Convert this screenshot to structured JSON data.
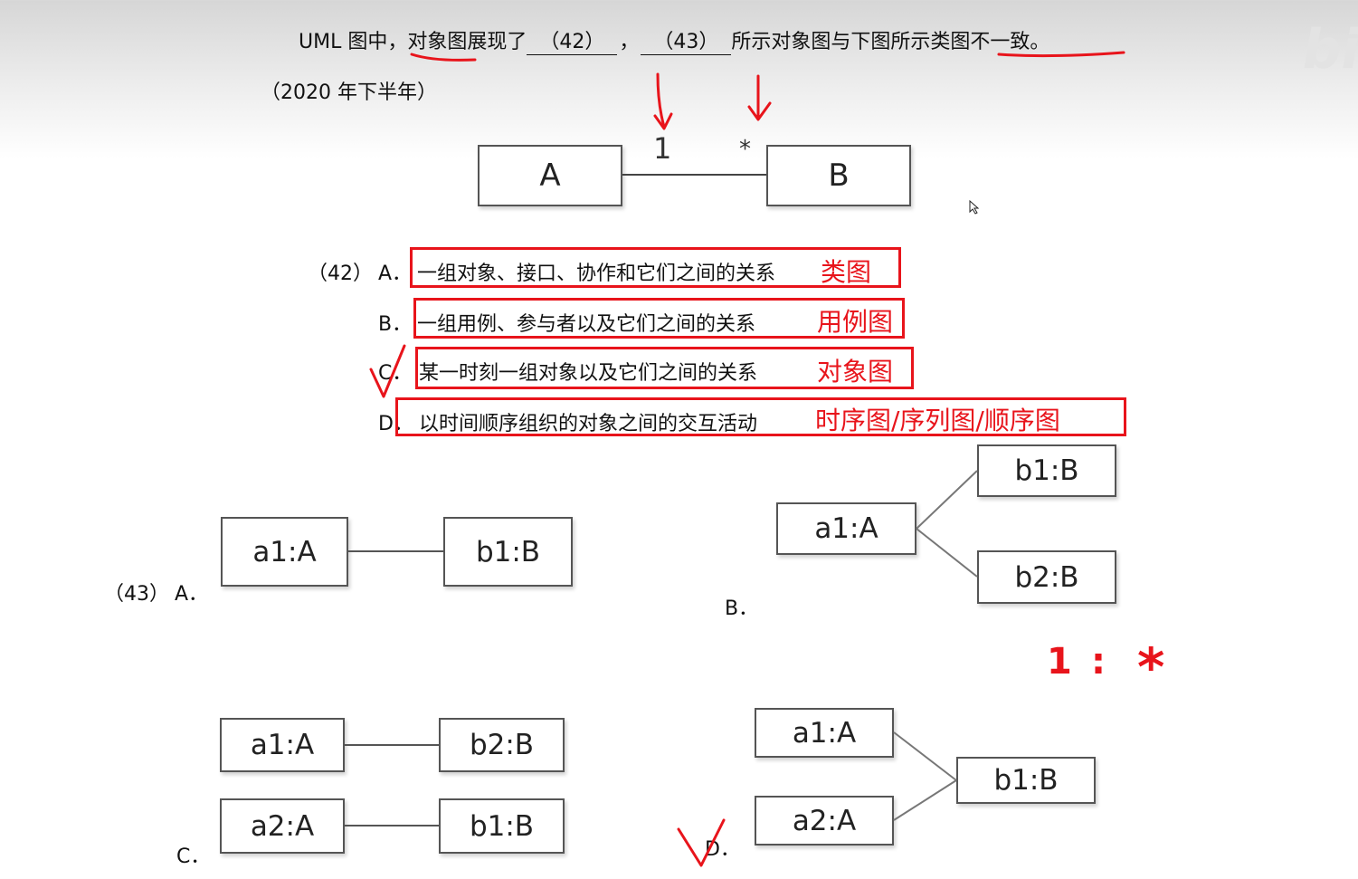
{
  "question": {
    "prefix": "UML 图中，对象图展现了",
    "blank1": "（42）",
    "comma": "，",
    "blank2": "（43）",
    "suffix": "所示对象图与下图所示类图不一致。",
    "year": "（2020 年下半年）"
  },
  "class_diagram": {
    "class_a": "A",
    "class_b": "B",
    "mult_a": "1",
    "mult_b": "*"
  },
  "q42": {
    "number": "（42）",
    "options": [
      {
        "letter": "A．",
        "text": "一组对象、接口、协作和它们之间的关系",
        "note": "类图"
      },
      {
        "letter": "B．",
        "text": "一组用例、参与者以及它们之间的关系",
        "note": "用例图"
      },
      {
        "letter": "C．",
        "text": "某一时刻一组对象以及它们之间的关系",
        "note": "对象图"
      },
      {
        "letter": "D．",
        "text": "以时间顺序组织的对象之间的交互活动",
        "note": "时序图/序列图/顺序图"
      }
    ]
  },
  "q43": {
    "number": "（43）",
    "option_a": {
      "letter": "A．",
      "left": "a1:A",
      "right": "b1:B"
    },
    "option_b": {
      "letter": "B．",
      "left": "a1:A",
      "right_top": "b1:B",
      "right_bottom": "b2:B"
    },
    "option_c": {
      "letter": "C．",
      "top_left": "a1:A",
      "top_right": "b2:B",
      "bottom_left": "a2:A",
      "bottom_right": "b1:B"
    },
    "option_d": {
      "letter": "D．",
      "left_top": "a1:A",
      "left_bottom": "a2:A",
      "right": "b1:B"
    }
  },
  "annotation": {
    "ratio_one": "1",
    "ratio_colon": ":",
    "ratio_many": "*"
  },
  "colors": {
    "annotation_red": "#e8141b"
  },
  "watermark": "bili"
}
